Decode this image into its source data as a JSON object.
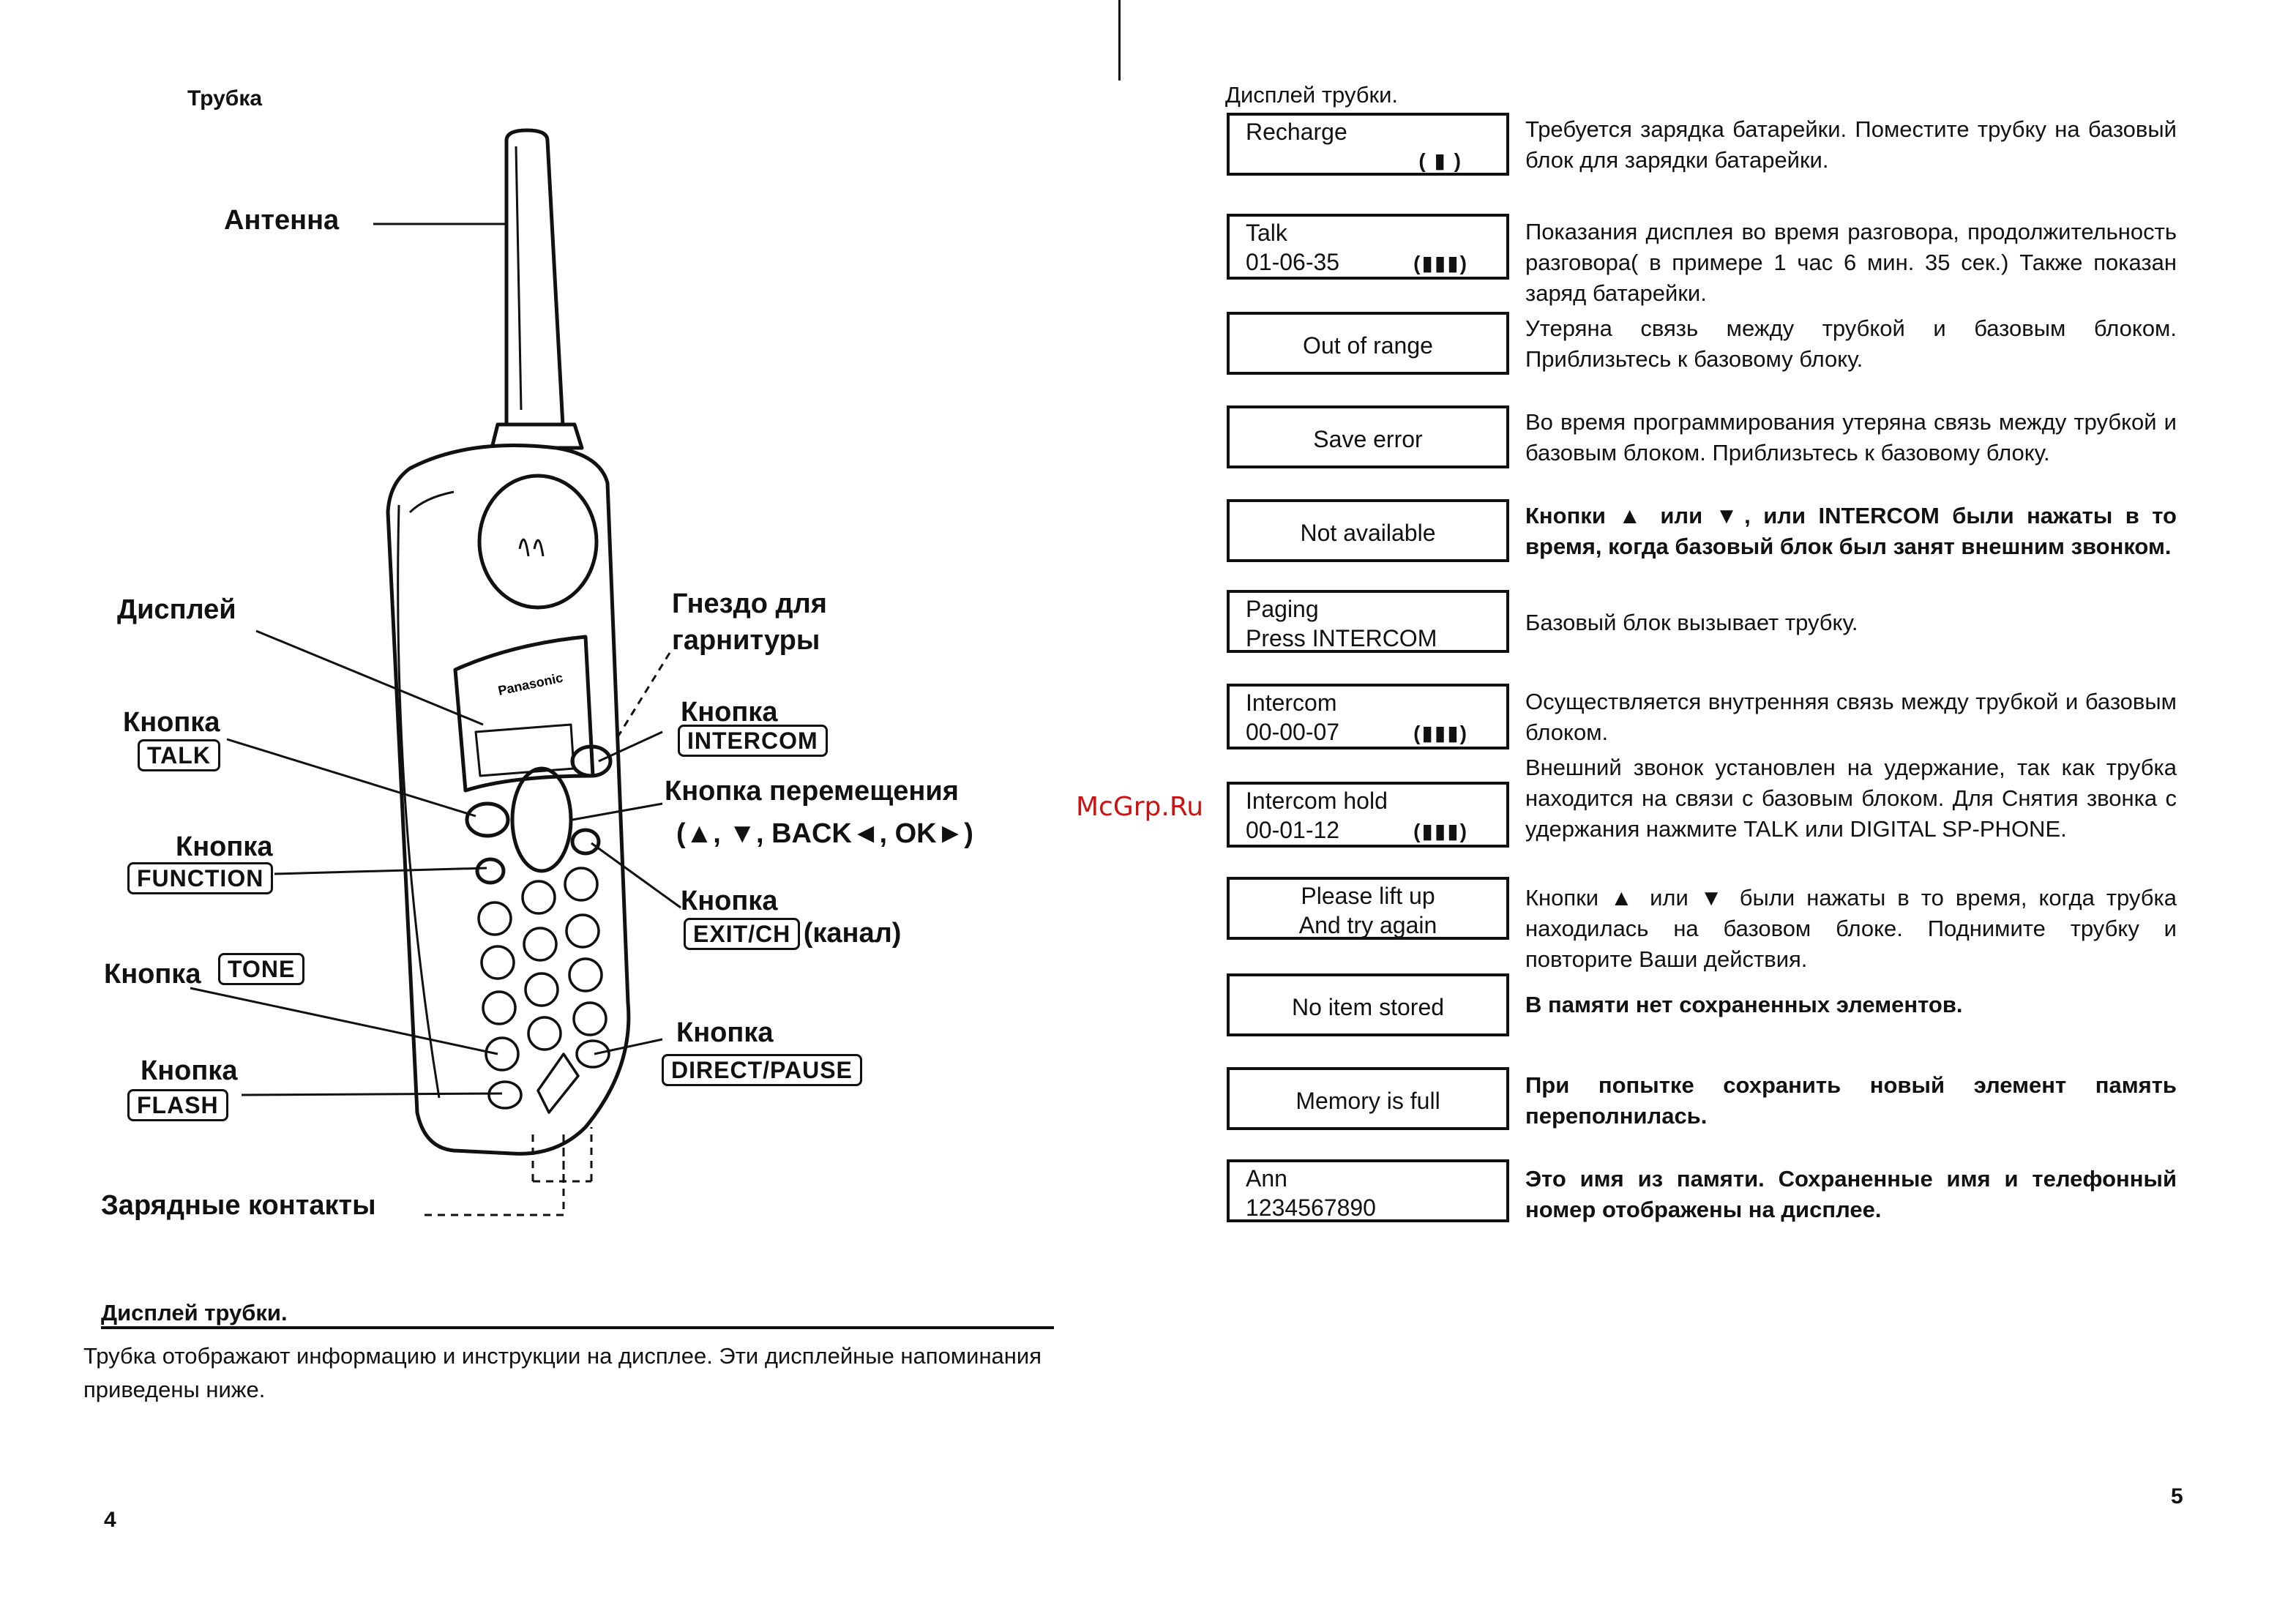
{
  "left": {
    "heading": "Трубка",
    "labels": {
      "antenna": "Антенна",
      "display": "Дисплей",
      "headset1": "Гнездо для",
      "headset2": "гарнитуры",
      "talk_word": "Кнопка",
      "talk_key": "TALK",
      "intercom_word": "Кнопка",
      "intercom_key": "INTERCOM",
      "nav_word": "Кнопка перемещения",
      "nav_keys": "(▲, ▼, BACK◄, OK►)",
      "function_word": "Кнопка",
      "function_key": "FUNCTION",
      "exit_word": "Кнопка",
      "exit_key": "EXIT/CH",
      "exit_suffix": "(канал)",
      "tone_word": "Кнопка",
      "tone_key": "TONE",
      "direct_word": "Кнопка",
      "direct_key": "DIRECT/PAUSE",
      "flash_word": "Кнопка",
      "flash_key": "FLASH",
      "contacts": "Зарядные контакты"
    },
    "phone_brand": "Panasonic",
    "section_title": "Дисплей трубки.",
    "section_text": "Трубка отображают информацию и инструкции на дисплее. Эти дисплейные напоминания приведены ниже.",
    "page_number": "4"
  },
  "right": {
    "title": "Дисплей трубки.",
    "watermark": "McGrp.Ru",
    "rows": [
      {
        "line1": "Recharge",
        "line2": "",
        "icon": "( ▮ )",
        "desc": "Требуется зарядка батарейки. Поместите трубку на базовый блок для зарядки батарейки."
      },
      {
        "line1": "Talk",
        "line2": "01-06-35",
        "icon": "(▮▮▮)",
        "desc": "Показания дисплея во время разговора, продолжительность разговора( в примере 1 час 6 мин. 35 сек.) Также показан заряд батарейки."
      },
      {
        "line1": "Out of range",
        "line2": "",
        "icon": "",
        "desc": "Утеряна связь между трубкой и базовым блоком. Приблизьтесь к базовому блоку."
      },
      {
        "line1": "Save error",
        "line2": "",
        "icon": "",
        "desc": "Во время программирования утеряна связь между трубкой и базовым блоком. Приблизьтесь к базовому блоку."
      },
      {
        "line1": "Not available",
        "line2": "",
        "icon": "",
        "desc": "Кнопки ▲ или ▼, или INTERCOM были нажаты в то время, когда базовый блок был занят внешним звонком."
      },
      {
        "line1": "Paging",
        "line2": "Press INTERCOM",
        "icon": "",
        "desc": "Базовый блок вызывает трубку."
      },
      {
        "line1": "Intercom",
        "line2": "00-00-07",
        "icon": "(▮▮▮)",
        "desc": "Осуществляется внутренняя связь между трубкой и базовым блоком."
      },
      {
        "line1": "Intercom hold",
        "line2": "00-01-12",
        "icon": "(▮▮▮)",
        "desc": "Внешний звонок установлен на удержание, так как трубка находится на связи с базовым блоком. Для Снятия звонка с удержания нажмите TALK или DIGITAL SP-PHONE."
      },
      {
        "line1": "Please lift up",
        "line2": "And try again",
        "icon": "",
        "desc": "Кнопки ▲ или ▼ были нажаты в то время, когда трубка находилась на базовом блоке. Поднимите трубку и повторите Ваши действия."
      },
      {
        "line1": "No item stored",
        "line2": "",
        "icon": "",
        "desc": "В памяти нет сохраненных элементов."
      },
      {
        "line1": "Memory is full",
        "line2": "",
        "icon": "",
        "desc": "При попытке сохранить новый элемент память переполнилась."
      },
      {
        "line1": "Ann",
        "line2": "1234567890",
        "icon": "",
        "desc": "Это имя из памяти. Сохраненные имя и телефонный номер отображены на дисплее."
      }
    ],
    "page_number": "5"
  }
}
